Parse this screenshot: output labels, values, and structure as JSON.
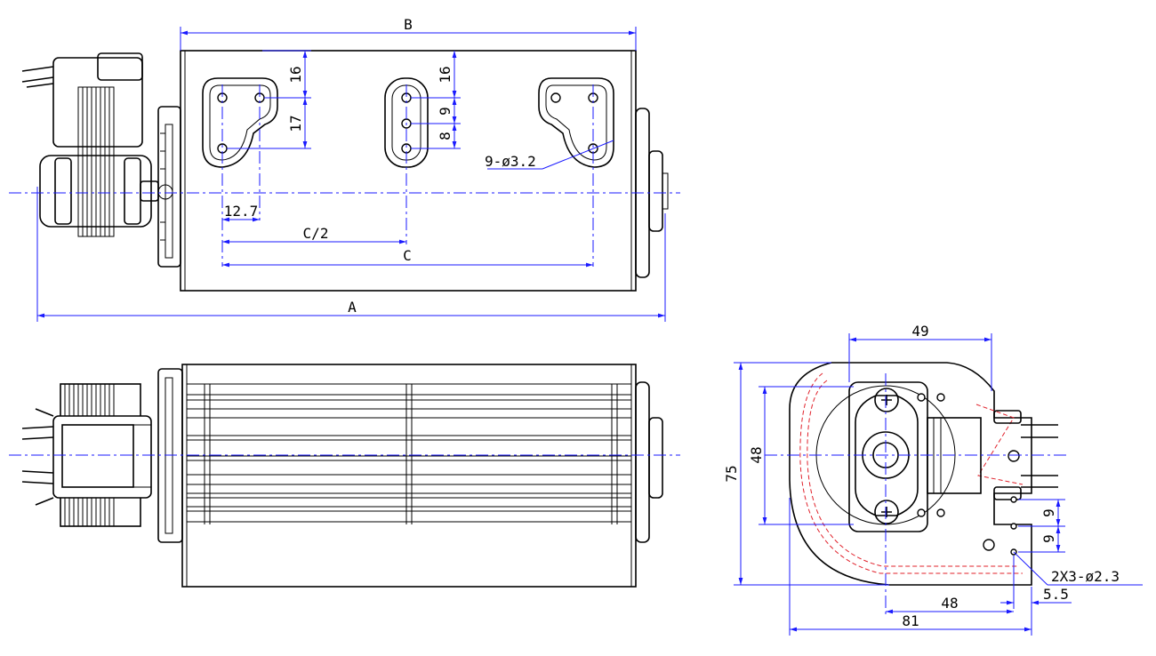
{
  "colors": {
    "outline": "#000000",
    "dimension": "#1a1aff",
    "hidden": "#e0202a",
    "background": "#ffffff"
  },
  "top_view": {
    "dim_B": "B",
    "dim_A": "A",
    "dim_C": "C",
    "dim_C_half": "C/2",
    "dim_12_7": "12.7",
    "dim_16_left": "16",
    "dim_17": "17",
    "dim_16_mid": "16",
    "dim_9": "9",
    "dim_8": "8",
    "holes_note": "9-ø3.2"
  },
  "side_view": {
    "dim_49": "49",
    "dim_48_vertical": "48",
    "dim_75": "75",
    "dim_9_upper": "9",
    "dim_9_lower": "9",
    "holes_note": "2X3-ø2.3",
    "dim_5_5": "5.5",
    "dim_48_horizontal": "48",
    "dim_81": "81"
  }
}
